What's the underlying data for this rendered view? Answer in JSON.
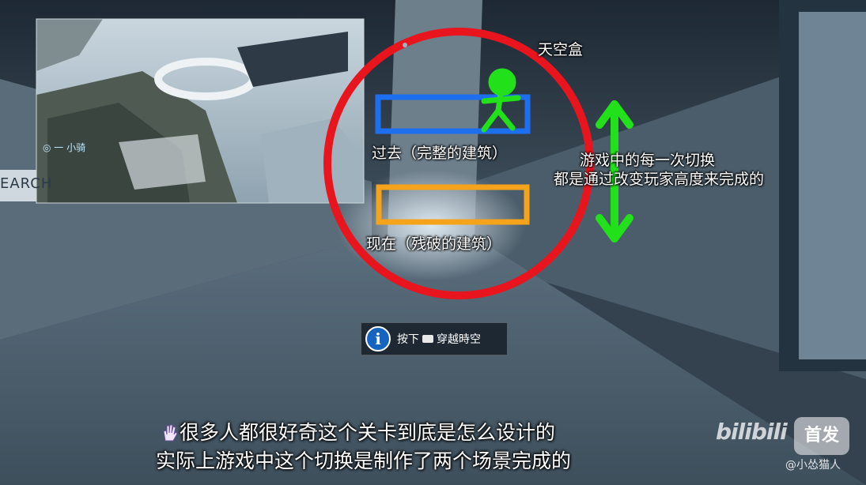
{
  "annotations": {
    "skybox": "天空盒",
    "past": "过去（完整的建筑）",
    "present": "现在（残破的建筑）",
    "explain_line1": "游戏中的每一次切换",
    "explain_line2": "都是通过改变玩家高度来完成的"
  },
  "wall_sign": "EARCH",
  "prompt": {
    "icon": "info-icon",
    "press": "按下",
    "key_icon": "keyboard-key-icon",
    "action": "穿越時空"
  },
  "subtitles": {
    "line1": "很多人都很好奇这个关卡到底是怎么设计的",
    "line2": "实际上游戏中这个切换是制作了两个场景完成的"
  },
  "watermark": {
    "logo": "bilibili",
    "tv_label": "首发",
    "user": "@小怂猫人"
  },
  "colors": {
    "circle": "#e8141e",
    "past_box": "#1e6ff0",
    "present_box": "#f5a31a",
    "arrow": "#22e01a",
    "stick_figure": "#22e01a"
  }
}
